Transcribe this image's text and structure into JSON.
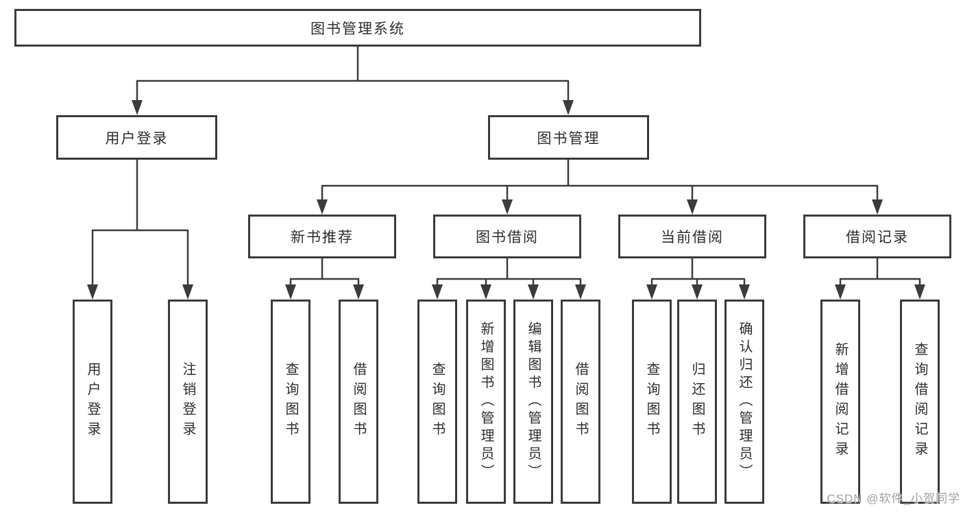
{
  "tree": {
    "label": "图书管理系统",
    "children": [
      {
        "label": "用户登录",
        "children": [
          "用户登录",
          "注销登录"
        ]
      },
      {
        "label": "图书管理",
        "children": [
          {
            "label": "新书推荐",
            "children": [
              "查询图书",
              "借阅图书"
            ]
          },
          {
            "label": "图书借阅",
            "children": [
              "查询图书",
              "新增图书（管理员）",
              "编辑图书（管理员）",
              "借阅图书"
            ]
          },
          {
            "label": "当前借阅",
            "children": [
              "查询图书",
              "归还图书",
              "确认归还（管理员）"
            ]
          },
          {
            "label": "借阅记录",
            "children": [
              "新增借阅记录",
              "查询借阅记录"
            ]
          }
        ]
      }
    ]
  },
  "watermark": {
    "text": "CSDN @软件_小贺同学"
  },
  "colors": {
    "line": "#3b3b3b",
    "box_border": "#3b3b3b",
    "text": "#2e2e2e",
    "watermark": "#a0a0a0",
    "background": "#ffffff"
  }
}
